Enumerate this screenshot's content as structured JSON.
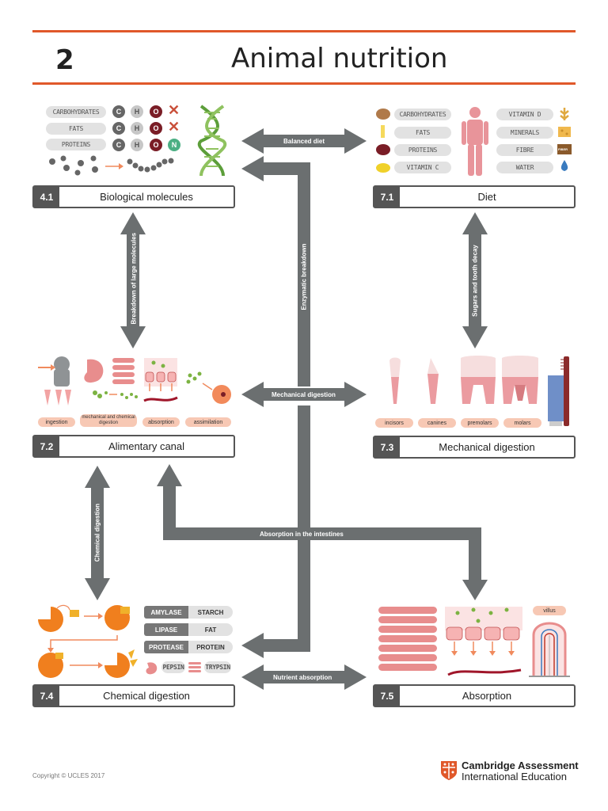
{
  "chapter": {
    "number": "2",
    "title": "Animal nutrition"
  },
  "boxes": {
    "b41": {
      "num": "4.1",
      "label": "Biological molecules"
    },
    "b71": {
      "num": "7.1",
      "label": "Diet"
    },
    "b72": {
      "num": "7.2",
      "label": "Alimentary canal"
    },
    "b73": {
      "num": "7.3",
      "label": "Mechanical digestion"
    },
    "b74": {
      "num": "7.4",
      "label": "Chemical digestion"
    },
    "b75": {
      "num": "7.5",
      "label": "Absorption"
    }
  },
  "arrows": {
    "balanced_diet": "Balanced diet",
    "mechanical_digestion": "Mechanical digestion",
    "absorption_intestines": "Absorption in the intestines",
    "nutrient_absorption": "Nutrient absorption",
    "breakdown_large": "Breakdown of large molecules",
    "enzymatic_breakdown": "Enzymatic breakdown",
    "sugars_tooth_decay": "Sugars and tooth decay",
    "chemical_digestion": "Chemical digestion"
  },
  "biomolecules": {
    "rows": [
      {
        "label": "CARBOHYDRATES",
        "c": "C",
        "h": "H",
        "o": "O",
        "x": "✕"
      },
      {
        "label": "FATS",
        "c": "C",
        "h": "H",
        "o": "O",
        "x": "✕"
      },
      {
        "label": "PROTEINS",
        "c": "C",
        "h": "H",
        "o": "O",
        "n": "N"
      }
    ]
  },
  "diet": {
    "left": [
      "CARBOHYDRATES",
      "FATS",
      "PROTEINS",
      "VITAMIN C"
    ],
    "right": [
      "VITAMIN D",
      "MINERALS",
      "FIBRE",
      "WATER"
    ],
    "fibre_icon_text": "FIBER"
  },
  "canal_tags": [
    "ingestion",
    "mechanical and chemical digestion",
    "absorption",
    "assimilation"
  ],
  "teeth_tags": [
    "incisors",
    "canines",
    "premolars",
    "molars"
  ],
  "enzymes": [
    {
      "enzyme": "AMYLASE",
      "substrate": "STARCH"
    },
    {
      "enzyme": "LIPASE",
      "substrate": "FAT"
    },
    {
      "enzyme": "PROTEASE",
      "substrate": "PROTEIN"
    }
  ],
  "proteases": {
    "a": "PEPSIN",
    "b": "TRYPSIN"
  },
  "villus_tag": "villus",
  "footer": {
    "copyright": "Copyright © UCLES 2017",
    "logo_line1": "Cambridge Assessment",
    "logo_line2": "International Education"
  },
  "colors": {
    "accent": "#e0582a",
    "arrow": "#6b6f70",
    "box": "#555555"
  }
}
